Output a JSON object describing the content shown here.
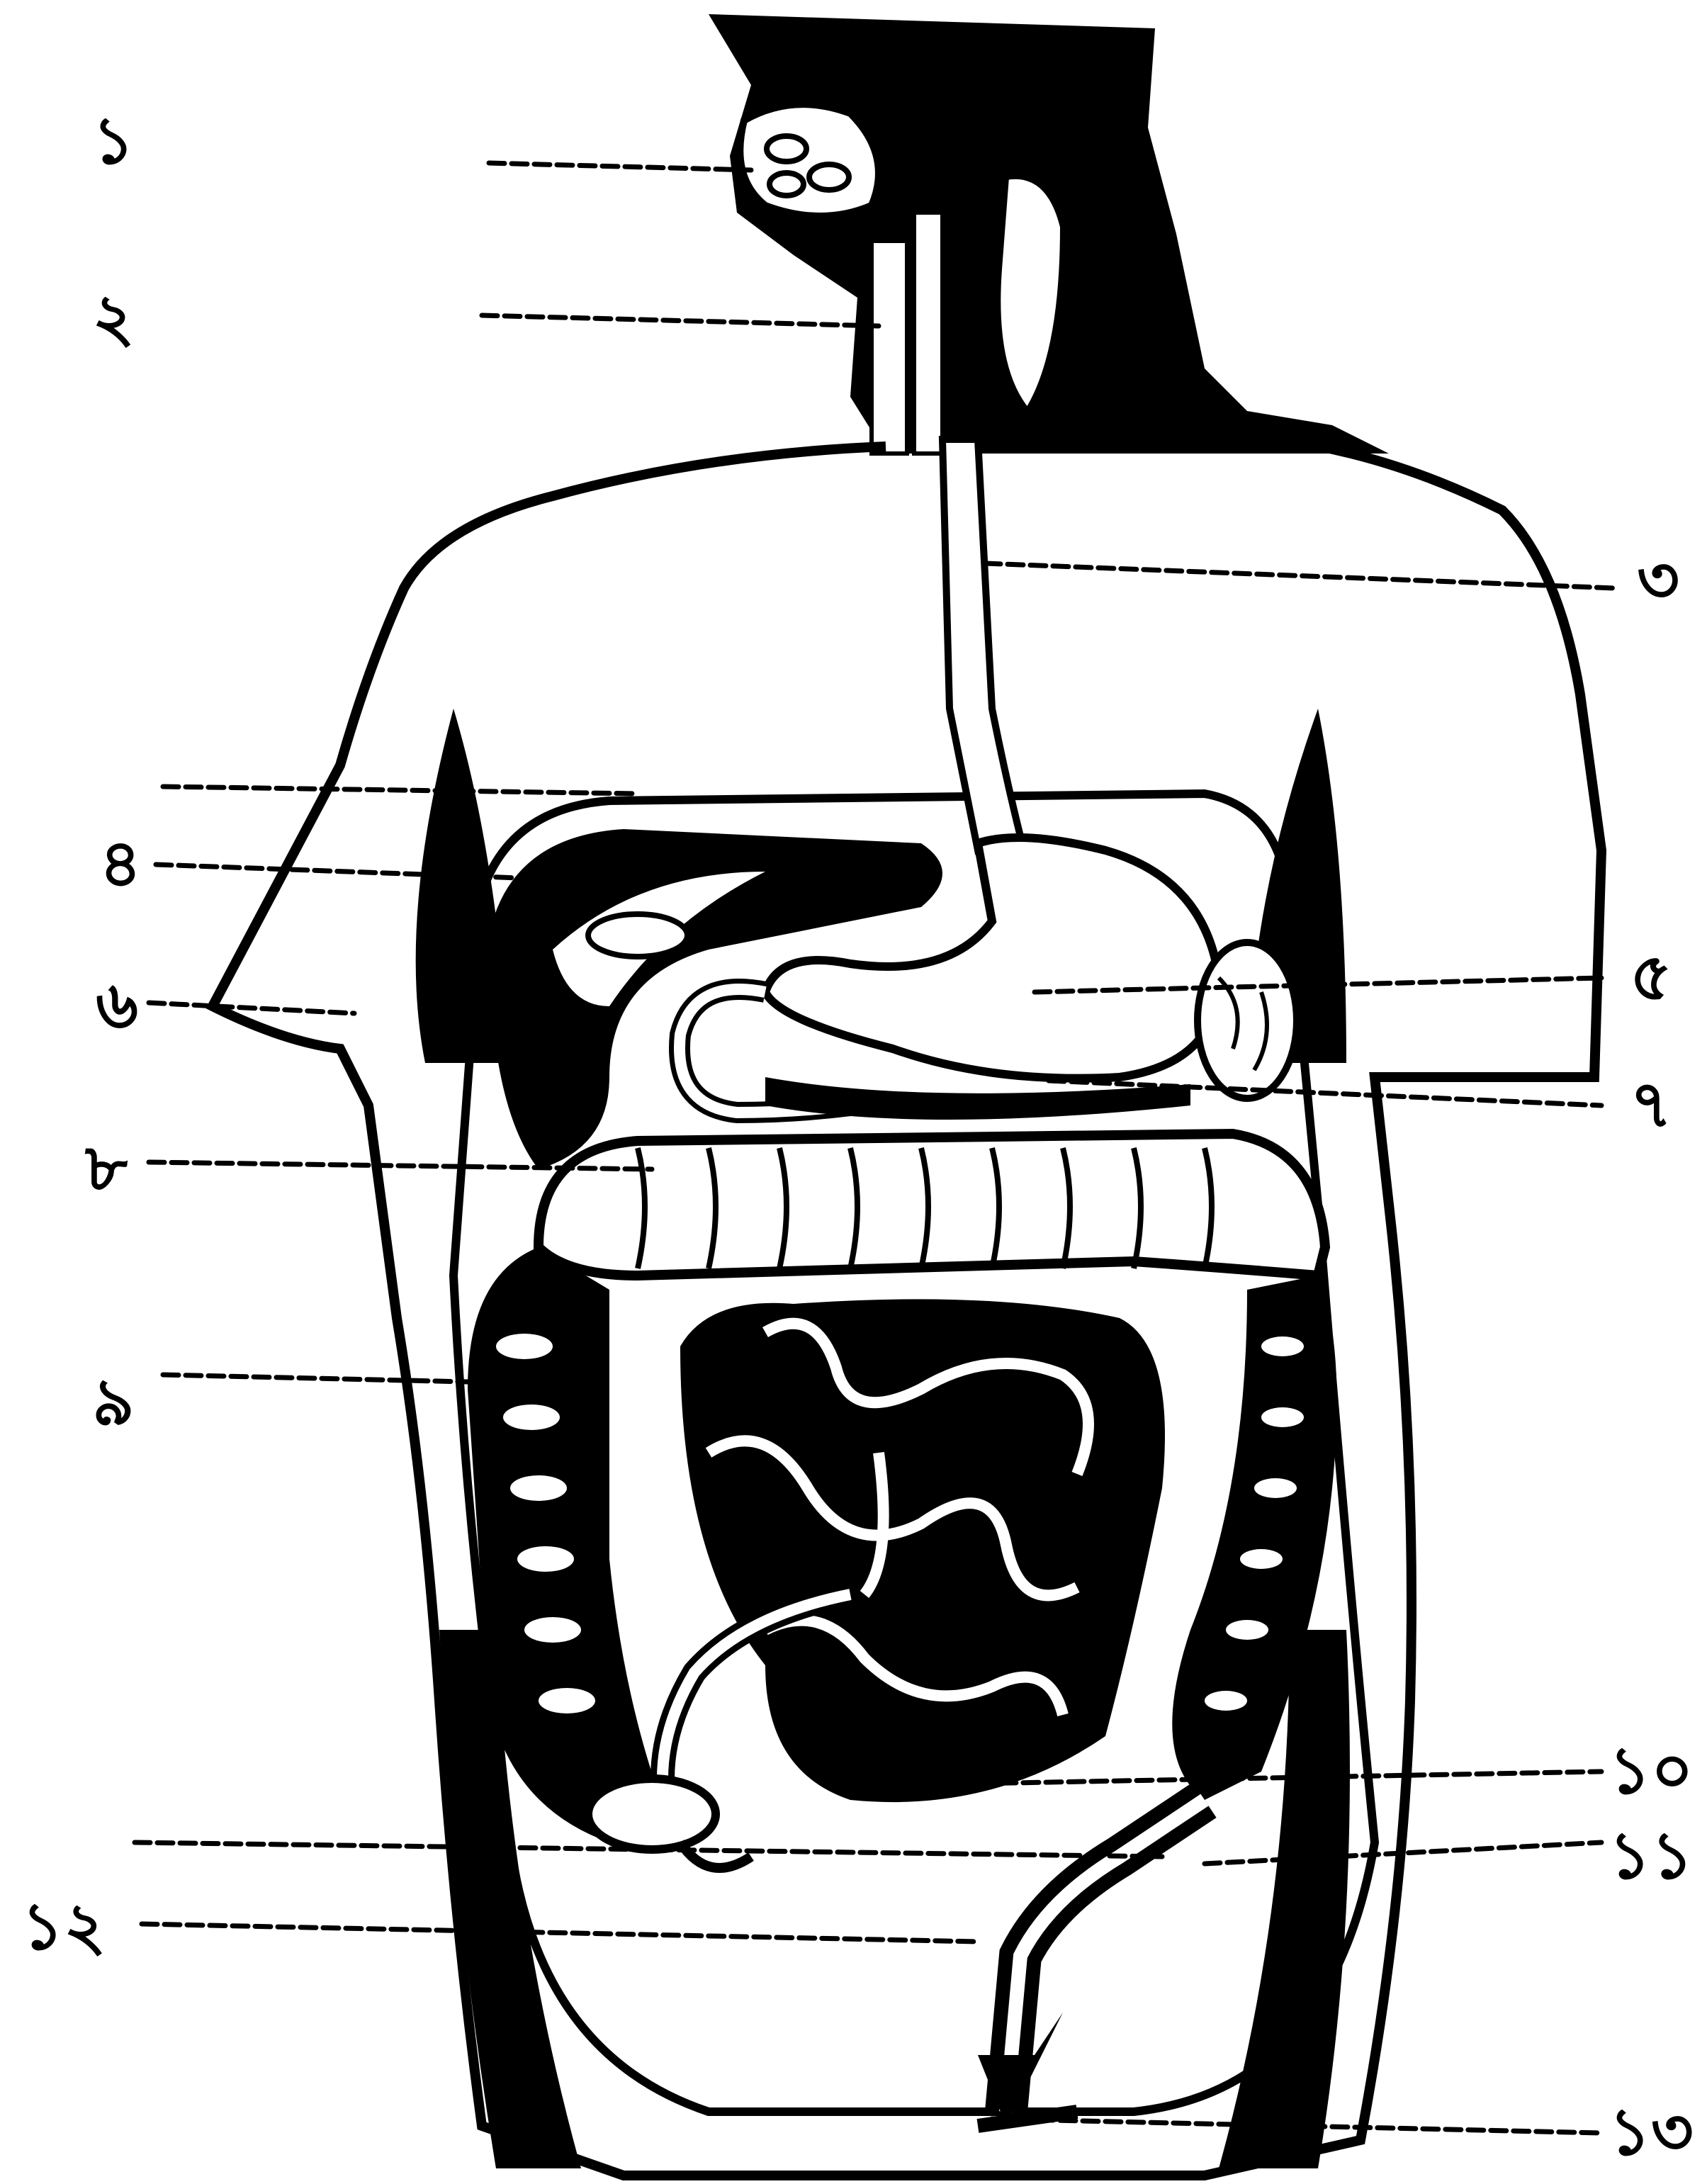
{
  "diagram": {
    "labels": [
      {
        "id": "label-1",
        "text": "১"
      },
      {
        "id": "label-2",
        "text": "২"
      },
      {
        "id": "label-3",
        "text": "৩"
      },
      {
        "id": "label-4",
        "text": "৪"
      },
      {
        "id": "label-5",
        "text": "৫"
      },
      {
        "id": "label-6",
        "text": "৬"
      },
      {
        "id": "label-7",
        "text": "৭"
      },
      {
        "id": "label-8",
        "text": "৮"
      },
      {
        "id": "label-9",
        "text": "৯"
      },
      {
        "id": "label-10",
        "text": "১০"
      },
      {
        "id": "label-11",
        "text": "১১"
      },
      {
        "id": "label-12",
        "text": "১২"
      },
      {
        "id": "label-13",
        "text": "১৩"
      }
    ],
    "colors": {
      "ink": "#000000",
      "paper": "#ffffff"
    }
  }
}
